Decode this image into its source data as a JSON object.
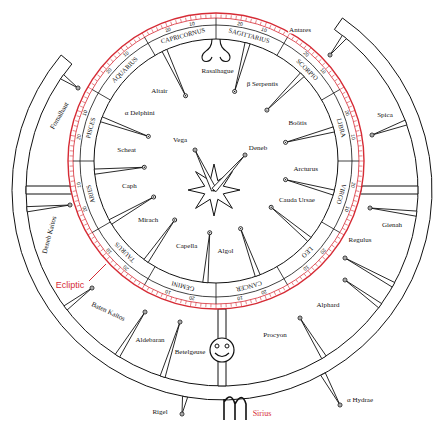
{
  "diagram": {
    "labels": [
      "CAPRICORNUS",
      "SAGITTARIUS",
      "SCORPIO",
      "LIBRA",
      "VIRGO",
      "LEO",
      "CANCER",
      "GEMINI",
      "TAURUS",
      "ARIES",
      "PISCES",
      "AQUARIUS",
      "10",
      "20",
      "10",
      "20",
      "10",
      "20",
      "10",
      "20",
      "10",
      "20",
      "10",
      "20",
      "10",
      "20",
      "10",
      "20",
      "10",
      "20",
      "10",
      "20",
      "10",
      "20",
      "10",
      "20",
      "Altair",
      "α Delphini",
      "Scheat",
      "Caph",
      "Mirach",
      "Capella",
      "Algol",
      "Cauda Ursae",
      "Arcturus",
      "Boötis",
      "β Serpentis",
      "Rasalhague",
      "Vega",
      "Deneb",
      "Antares",
      "Spica",
      "Gienah",
      "Regulus",
      "Alphard",
      "Procyon",
      "Betelgeuse",
      "Aldebaran",
      "Baten Kaitos",
      "Deneb Kaitos",
      "Fomalhaut",
      "Rigel",
      "α Hydrae",
      "Ecliptic",
      "Sirius"
    ]
  }
}
